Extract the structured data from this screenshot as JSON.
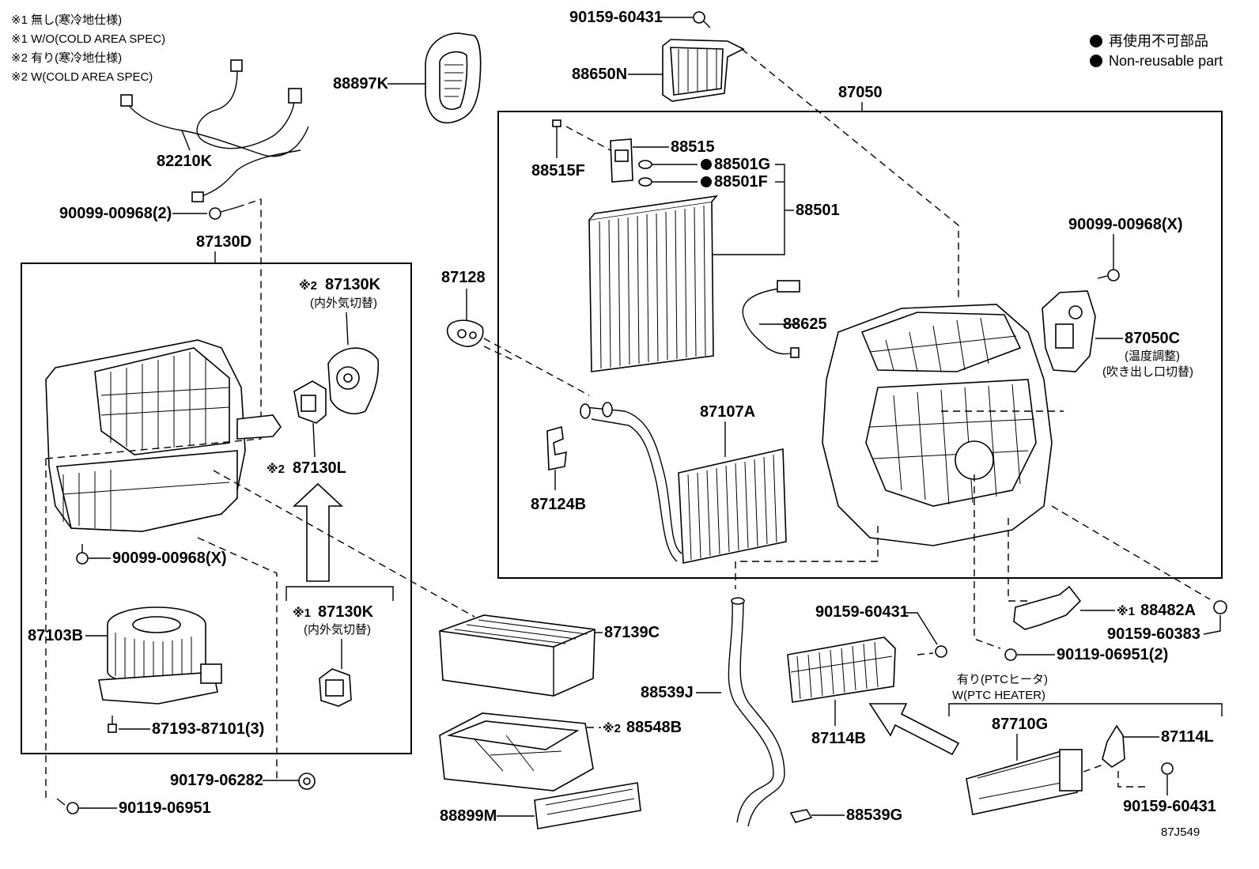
{
  "notes": [
    "※1 無し(寒冷地仕様)",
    "※1 W/O(COLD AREA SPEC)",
    "※2 有り(寒冷地仕様)",
    "※2 W(COLD AREA SPEC)"
  ],
  "legend": {
    "ja": "再使用不可部品",
    "en": "Non-reusable part"
  },
  "diagram_code": "87J549",
  "callouts": {
    "p82210K": "82210K",
    "p90099_00968_2": "90099-00968(2)",
    "p87130D": "87130D",
    "p88897K": "88897K",
    "p90159_60431_top": "90159-60431",
    "p88650N": "88650N",
    "p87050": "87050",
    "p88515": "88515",
    "p88515F": "88515F",
    "p88501G": "88501G",
    "p88501F": "88501F",
    "p88501": "88501",
    "p87128": "87128",
    "p88625": "88625",
    "p90099_00968_X_right": "90099-00968(X)",
    "p87050C": "87050C",
    "p87050C_sub1": "(温度調整)",
    "p87050C_sub2": "(吹き出し口切替)",
    "p87130K_2": "87130K",
    "p87130K_2_sub": "(内外気切替)",
    "p87130L": "87130L",
    "p87107A": "87107A",
    "p87124B": "87124B",
    "p90099_00968_X_left": "90099-00968(X)",
    "p87130K_1": "87130K",
    "p87130K_1_sub": "(内外気切替)",
    "p87103B": "87103B",
    "p87193_87101_3": "87193-87101(3)",
    "p87139C": "87139C",
    "p88548B": "88548B",
    "p90179_06282": "90179-06282",
    "p90119_06951": "90119-06951",
    "p88899M": "88899M",
    "p88539J": "88539J",
    "p88539G": "88539G",
    "p90159_60431_mid": "90159-60431",
    "p87114B": "87114B",
    "p88482A": "88482A",
    "p90159_60383": "90159-60383",
    "p90119_06951_2": "90119-06951(2)",
    "ptc_ja": "有り(PTCヒータ)",
    "ptc_en": "W(PTC HEATER)",
    "p87710G": "87710G",
    "p87114L": "87114L",
    "p90159_60431_bottom": "90159-60431"
  },
  "markers": {
    "note1": "※1",
    "note2": "※2"
  }
}
